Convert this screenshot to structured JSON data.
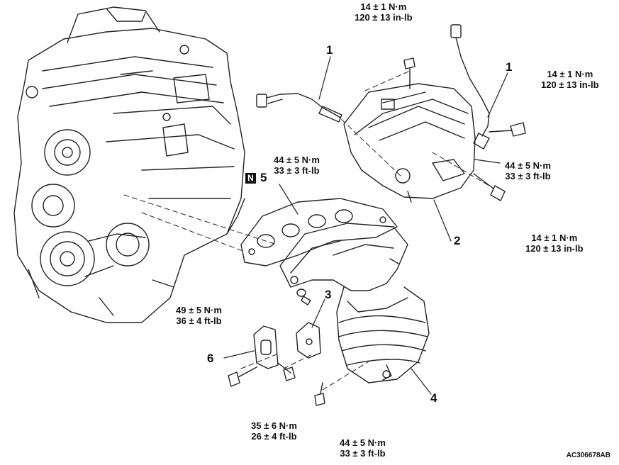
{
  "torque_labels": [
    {
      "id": "t-top",
      "nm": "14 ± 1 N·m",
      "imp": "120 ± 13 in-lb"
    },
    {
      "id": "t-right-up",
      "nm": "14 ± 1 N·m",
      "imp": "120 ± 13 in-lb"
    },
    {
      "id": "t-sensor-l",
      "nm": "44 ± 5 N·m",
      "imp": "33 ± 3 ft-lb"
    },
    {
      "id": "t-sensor-r",
      "nm": "44 ± 5 N·m",
      "imp": "33 ± 3 ft-lb"
    },
    {
      "id": "t-right-lo",
      "nm": "14 ± 1 N·m",
      "imp": "120 ± 13 in-lb"
    },
    {
      "id": "t-nut",
      "nm": "49 ± 5 N·m",
      "imp": "36 ± 4 ft-lb"
    },
    {
      "id": "t-bracket",
      "nm": "35 ± 6 N·m",
      "imp": "26 ± 4 ft-lb"
    },
    {
      "id": "t-bottom",
      "nm": "44 ± 5 N·m",
      "imp": "33 ± 3 ft-lb"
    }
  ],
  "part_numbers": {
    "sensor_left": "1",
    "sensor_right": "1",
    "heat_shield": "2",
    "bracket": "3",
    "manifold": "4",
    "gasket": "5",
    "stay": "6"
  },
  "new_part_marker": "N",
  "reference_code": "AC306678AB"
}
